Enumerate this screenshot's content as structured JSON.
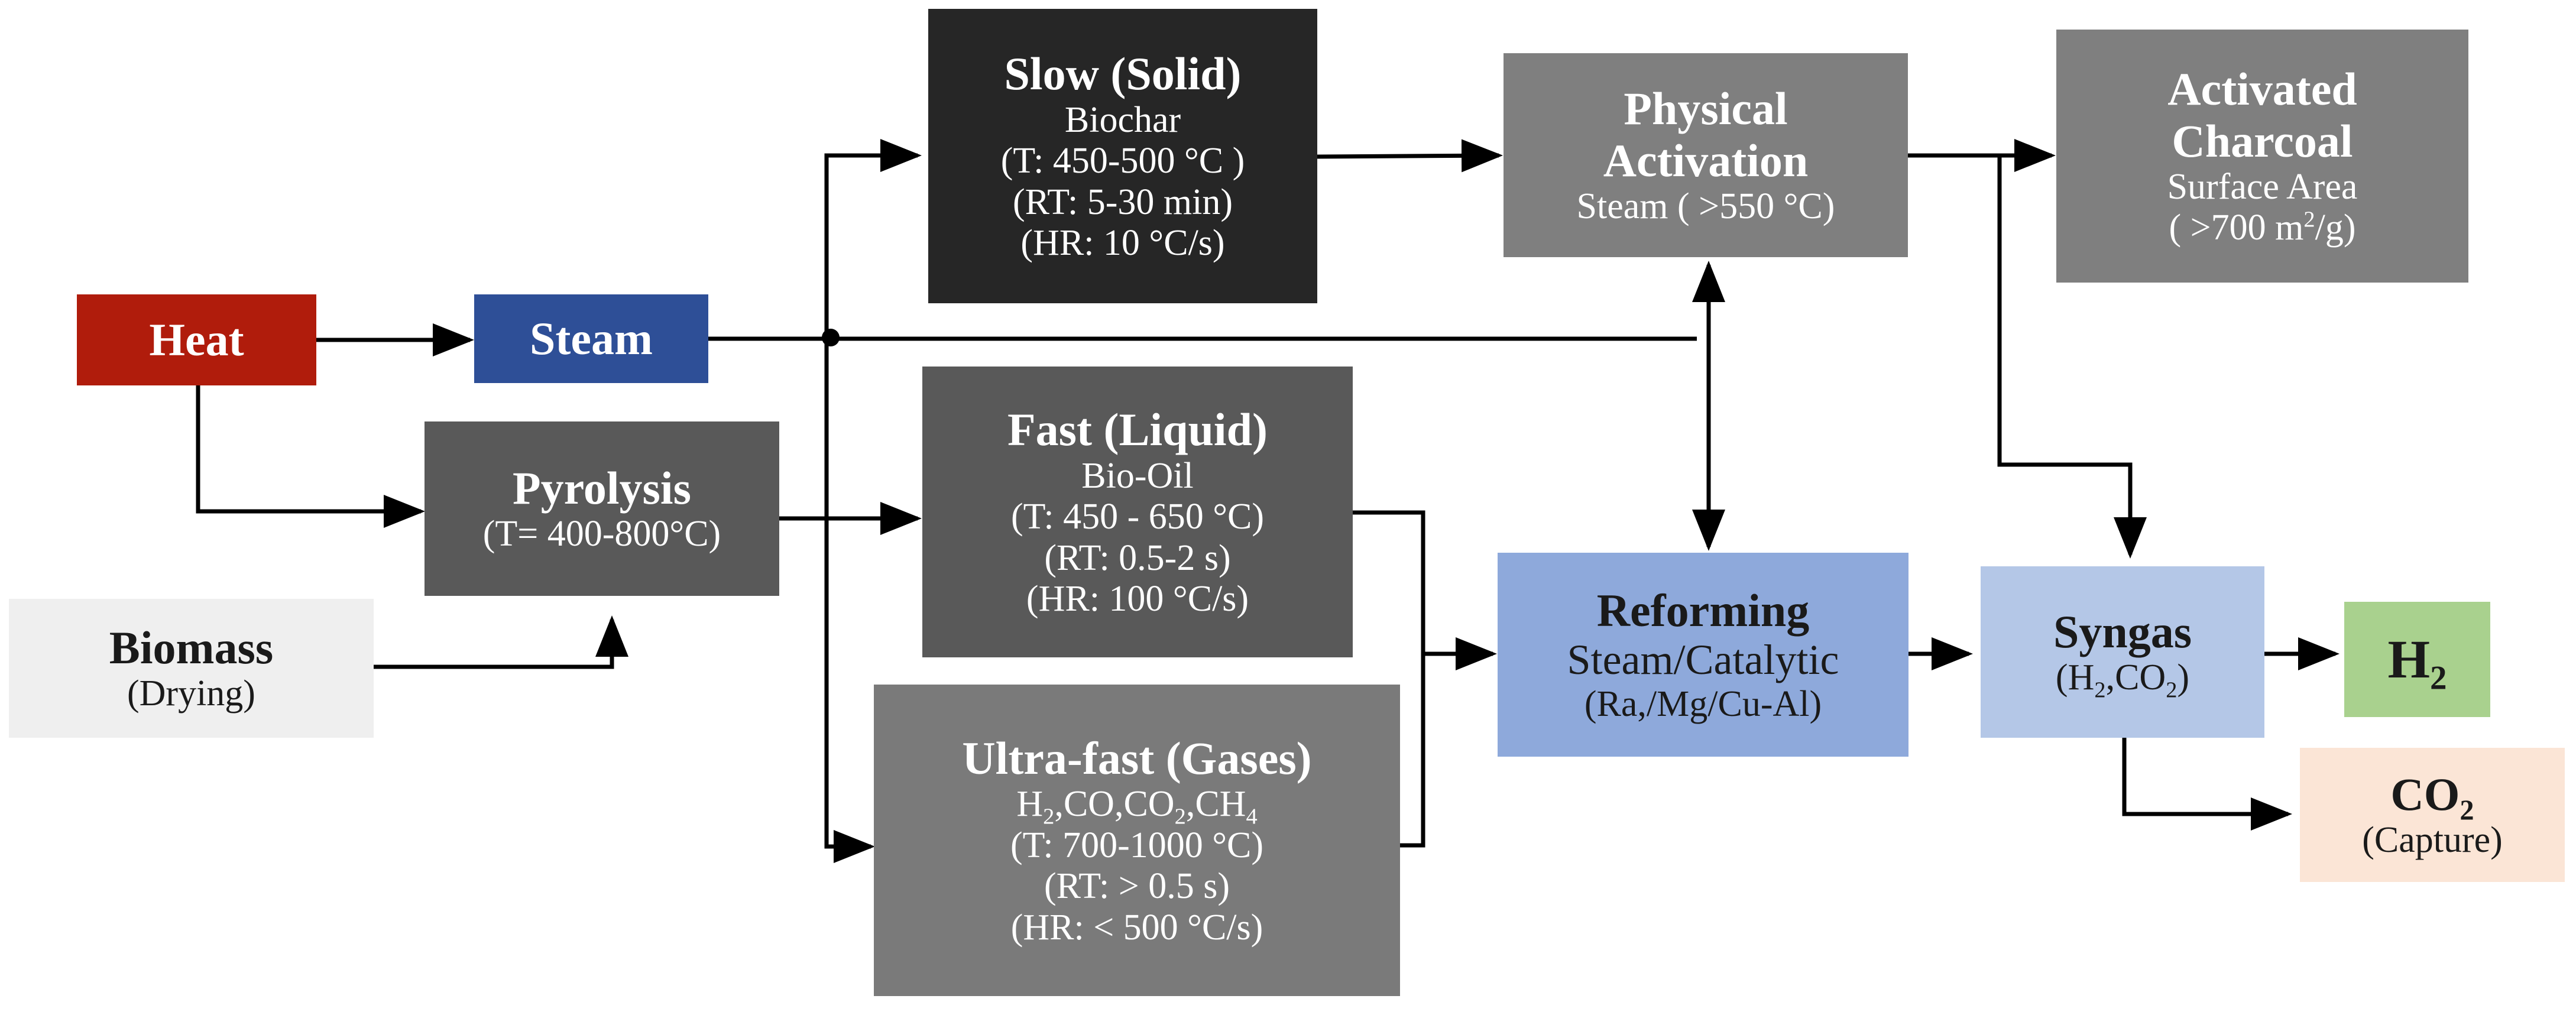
{
  "colors": {
    "heat": "#b01c0c",
    "steam": "#2e4f97",
    "biomass": "#efefef",
    "pyrolysis": "#595959",
    "slow": "#262626",
    "fast": "#595959",
    "ultrafast": "#7a7a7a",
    "physical": "#7f7f7f",
    "activated": "#7f7f7f",
    "reforming": "#8ea9db",
    "syngas": "#b4c7e7",
    "h2": "#a9d18e",
    "co2": "#fbe5d6",
    "arrow": "#000000"
  },
  "nodes": {
    "heat": {
      "title": "Heat"
    },
    "steam": {
      "title": "Steam"
    },
    "biomass": {
      "title": "Biomass",
      "lines": [
        "(Drying)"
      ]
    },
    "pyrolysis": {
      "title": "Pyrolysis",
      "lines": [
        "(T= 400-800°C)"
      ]
    },
    "slow": {
      "title": "Slow (Solid)",
      "lines": [
        "Biochar",
        "(T: 450-500 °C )",
        "(RT: 5-30 min)",
        "(HR: 10 °C/s)"
      ]
    },
    "fast": {
      "title": "Fast (Liquid)",
      "lines": [
        "Bio-Oil",
        "(T: 450 - 650 °C)",
        "(RT: 0.5-2 s)",
        "(HR: 100 °C/s)"
      ]
    },
    "ultrafast": {
      "title": "Ultra-fast (Gases)",
      "gases": {
        "h": "H",
        "sub_h": "2",
        "co": ",CO,CO",
        "sub_co": "2",
        "ch": ",CH",
        "sub_ch": "4"
      },
      "lines": [
        "(T: 700-1000 °C)",
        "(RT: > 0.5 s)",
        "(HR: < 500 °C/s)"
      ]
    },
    "physical": {
      "title1": "Physical",
      "title2": "Activation",
      "lines": [
        "Steam ( >550 °C)"
      ]
    },
    "activated": {
      "title1": "Activated",
      "title2": "Charcoal",
      "line1": "Surface Area",
      "area_pre": "( >700 m",
      "area_sup": "2",
      "area_post": "/g)"
    },
    "reforming": {
      "title": "Reforming",
      "line1": "Steam/Catalytic",
      "line2": "(Ra,/Mg/Cu-Al)"
    },
    "syngas": {
      "title": "Syngas",
      "pre": "(H",
      "sub1": "2",
      "mid": ",CO",
      "sub2": "2",
      "post": ")"
    },
    "h2": {
      "base": "H",
      "sub": "2"
    },
    "co2": {
      "base": "CO",
      "sub": "2",
      "line": "(Capture)"
    }
  }
}
